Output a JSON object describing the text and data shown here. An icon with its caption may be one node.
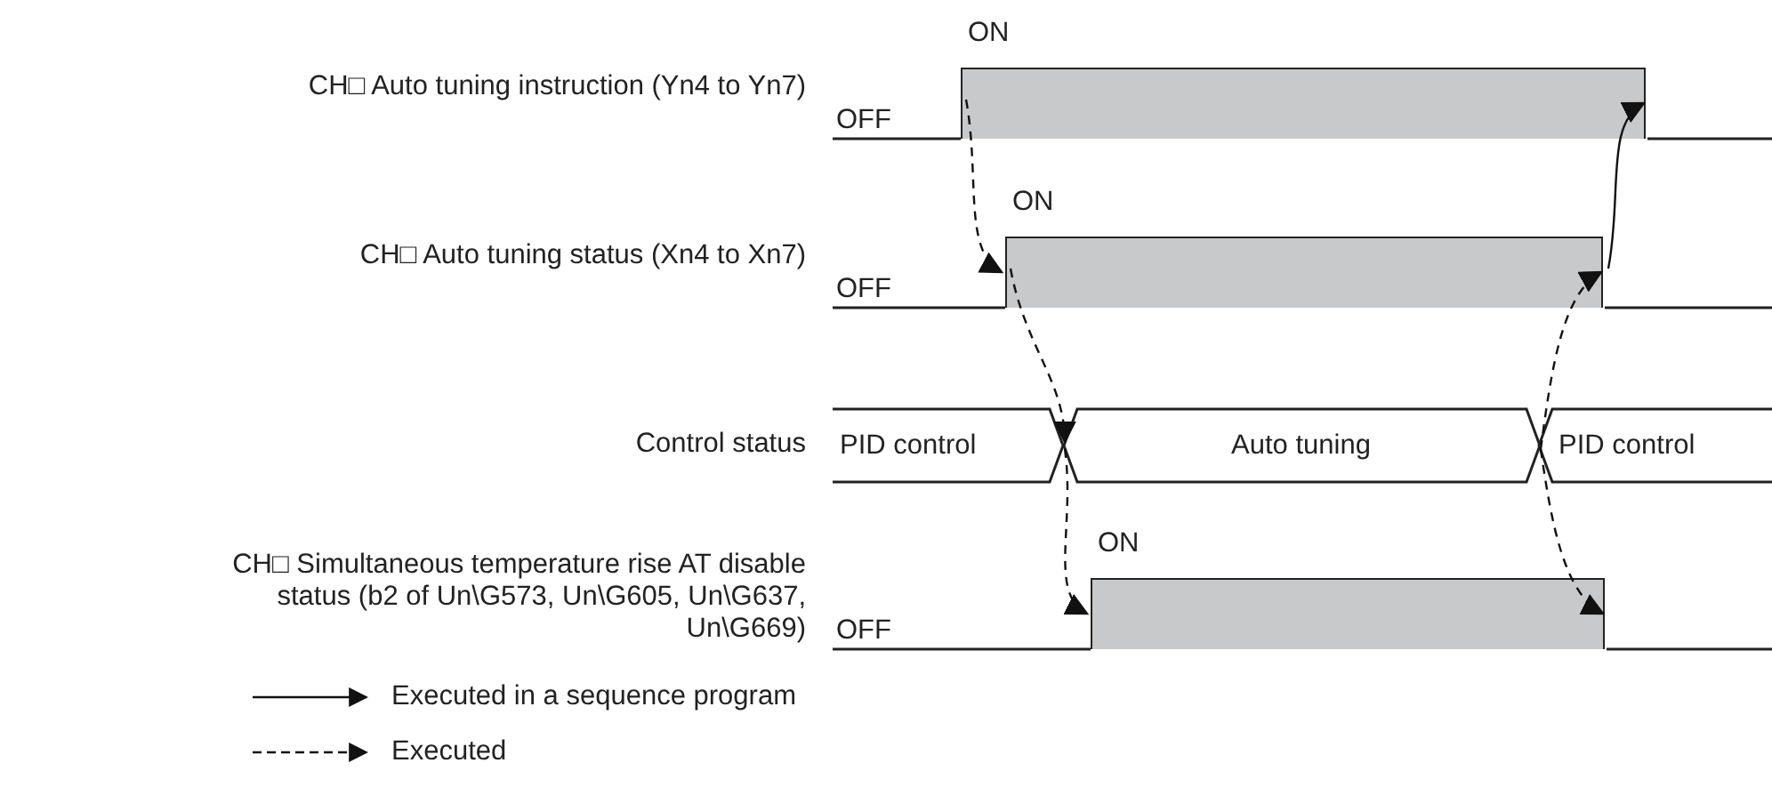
{
  "diagram": {
    "nodes": [
      {
        "text": [
          "ON"
        ],
        "beside": [
          "OFF"
        ]
      },
      {
        "text": [
          "ON"
        ],
        "beside": [
          "OFF"
        ]
      },
      {
        "text": [
          "PID control"
        ]
      },
      {
        "text": [
          "Auto tuning"
        ]
      },
      {
        "text": [
          "PID control"
        ]
      },
      {
        "text": [
          "ON"
        ],
        "beside": [
          "OFF"
        ]
      }
    ],
    "edges": [
      {
        "from": 0,
        "to": 1,
        "arrow": "to",
        "style": "dashed"
      },
      {
        "from": 1,
        "to": 3,
        "arrow": "to",
        "style": "dashed"
      },
      {
        "from": 3,
        "to": 5,
        "arrow": "to",
        "style": "dashed"
      },
      {
        "from": 4,
        "to": 1,
        "arrow": "to",
        "style": "dashed"
      },
      {
        "from": 4,
        "to": 5,
        "arrow": "to",
        "style": "dashed"
      },
      {
        "from": 1,
        "to": 0,
        "arrow": "to"
      }
    ],
    "labels": [
      "CH□ Auto tuning instruction (Yn4 to Yn7)",
      "CH□ Auto tuning status (Xn4 to Xn7)",
      "Control status",
      "CH□ Simultaneous temperature rise AT disable status (b2 of Un\\G573, Un\\G605, Un\\G637, Un\\G669)"
    ],
    "legend": [
      {
        "text": "Executed in a sequence program"
      },
      {
        "text": "Executed"
      }
    ]
  }
}
